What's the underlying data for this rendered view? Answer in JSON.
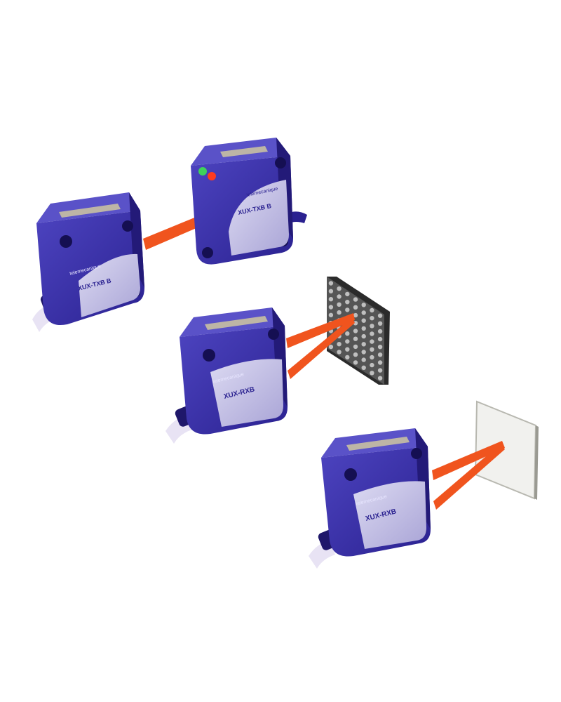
{
  "scene": {
    "colors": {
      "background": "#ffffff",
      "sensor_body": "#3a2fa8",
      "sensor_body_dark": "#231a78",
      "sensor_top": "#5a52c8",
      "label_panel": "#c9c6e8",
      "beam": "#f0541e",
      "led_green": "#3fd25a",
      "led_red": "#ff3b1f",
      "reflector_frame": "#3c3c3c",
      "reflector_cell": "#bfbfbf",
      "target_surface": "#f1f1ee",
      "cable": "#e8e3f4"
    },
    "sensors": [
      {
        "brand": "telemecanique",
        "model": "XUX-TXB B",
        "role": "emitter"
      },
      {
        "brand": "telemecanique",
        "model": "XUX-TXB B",
        "role": "receiver"
      },
      {
        "brand": "telemecanique",
        "model": "XUX-RXB",
        "role": "reflex"
      },
      {
        "brand": "telemecanique",
        "model": "XUX-RXB",
        "role": "diffuse"
      }
    ]
  }
}
